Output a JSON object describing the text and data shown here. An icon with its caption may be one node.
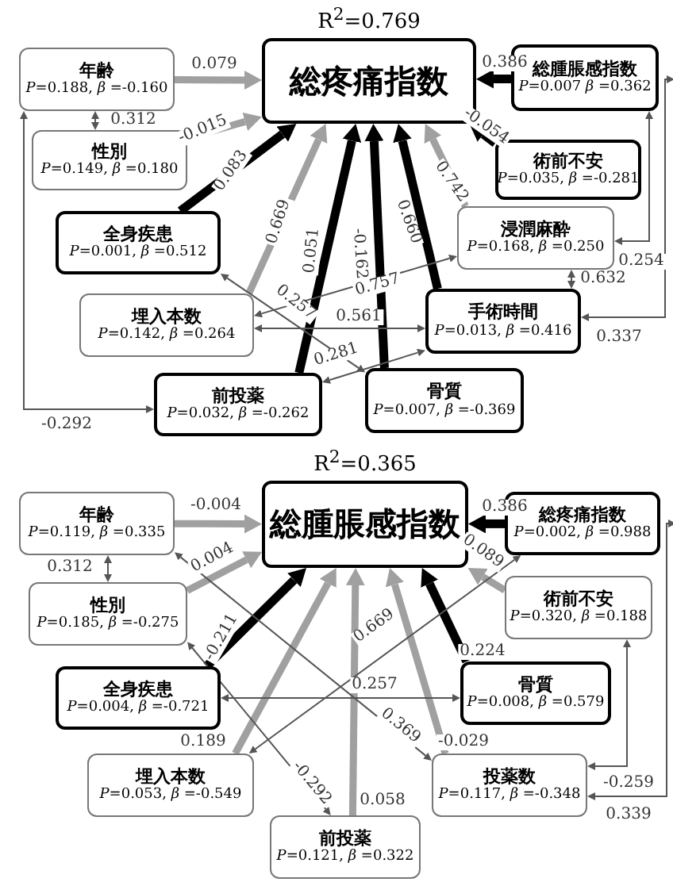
{
  "diagram": {
    "nodes": [
      {
        "text": [
          "総疼痛指数"
        ],
        "beside": [
          "R$^{2}$=0.769"
        ]
      },
      {
        "text": [
          "年齢",
          "*P*=0.188, *β* =-0.160"
        ]
      },
      {
        "text": [
          "性別",
          "*P*=0.149, *β* =0.180"
        ]
      },
      {
        "text": [
          "全身疾患",
          "*P*=0.001, *β* =0.512"
        ]
      },
      {
        "text": [
          "埋入本数",
          "*P*=0.142, *β* =0.264"
        ]
      },
      {
        "text": [
          "前投薬",
          "*P*=0.032, *β* =-0.262"
        ]
      },
      {
        "text": [
          "総腫脹感指数",
          "*P*=0.007 *β* =0.362"
        ]
      },
      {
        "text": [
          "術前不安",
          "*P*=0.035, *β* =-0.281"
        ]
      },
      {
        "text": [
          "浸潤麻酔",
          "*P*=0.168, *β* =0.250"
        ]
      },
      {
        "text": [
          "手術時間",
          "*P*=0.013, *β* =0.416"
        ]
      },
      {
        "text": [
          "骨質",
          "*P*=0.007, *β* =-0.369"
        ]
      },
      {
        "text": [
          "総腫脹感指数"
        ],
        "beside": [
          "R$^{2}$=0.365"
        ]
      },
      {
        "text": [
          "年齢",
          "*P*=0.119, *β* =0.335"
        ]
      },
      {
        "text": [
          "性別",
          "*P*=0.185, *β* =-0.275"
        ]
      },
      {
        "text": [
          "全身疾患",
          "*P*=0.004, *β* =-0.721"
        ]
      },
      {
        "text": [
          "埋入本数",
          "*P*=0.053, *β* =-0.549"
        ]
      },
      {
        "text": [
          "前投薬",
          "*P*=0.121, *β* =0.322"
        ]
      },
      {
        "text": [
          "総疼痛指数",
          "*P*=0.002, *β* =0.988"
        ]
      },
      {
        "text": [
          "術前不安",
          "*P*=0.320, *β* =0.188"
        ]
      },
      {
        "text": [
          "骨質",
          "*P*=0.008, *β* =0.579"
        ]
      },
      {
        "text": [
          "投薬数",
          "*P*=0.117, *β* =-0.348"
        ]
      }
    ],
    "edges": [
      {
        "from": 1,
        "to": 0,
        "arrow": "to",
        "label": "0.079",
        "color": "#a0a0a0"
      },
      {
        "from": 2,
        "to": 0,
        "arrow": "to",
        "label": "-0.015",
        "color": "#a0a0a0"
      },
      {
        "from": 3,
        "to": 0,
        "arrow": "to",
        "label": "0.083",
        "color": "#000000"
      },
      {
        "from": 4,
        "to": 0,
        "arrow": "to",
        "label": "0.669",
        "color": "#a0a0a0"
      },
      {
        "from": 5,
        "to": 0,
        "arrow": "to",
        "label": "0.051",
        "color": "#000000"
      },
      {
        "from": 10,
        "to": 0,
        "arrow": "to",
        "label": "-0.162",
        "color": "#000000"
      },
      {
        "from": 9,
        "to": 0,
        "arrow": "to",
        "label": "0.660",
        "color": "#000000"
      },
      {
        "from": 8,
        "to": 0,
        "arrow": "to",
        "label": "0.742",
        "color": "#a0a0a0"
      },
      {
        "from": 7,
        "to": 0,
        "arrow": "to",
        "label": "-0.054",
        "color": "#000000"
      },
      {
        "from": 6,
        "to": 0,
        "arrow": "to",
        "label": "0.386",
        "color": "#000000"
      },
      {
        "from": 1,
        "to": 2,
        "arrow": "both",
        "label": "0.312"
      },
      {
        "from": 5,
        "to": 1,
        "arrow": "both",
        "label": "-0.292"
      },
      {
        "from": 8,
        "to": 9,
        "arrow": "both",
        "label": "0.632"
      },
      {
        "from": 6,
        "to": 8,
        "arrow": "both",
        "label": "0.254"
      },
      {
        "from": 6,
        "to": 9,
        "arrow": "both",
        "label": "0.337"
      },
      {
        "from": 3,
        "to": 10,
        "arrow": "both",
        "label": "0.257"
      },
      {
        "from": 4,
        "to": 8,
        "arrow": "both",
        "label": "0.757"
      },
      {
        "from": 4,
        "to": 9,
        "arrow": "both",
        "label": "0.561"
      },
      {
        "from": 5,
        "to": 9,
        "arrow": "both",
        "label": "0.281"
      },
      {
        "from": 12,
        "to": 11,
        "arrow": "to",
        "label": "-0.004",
        "color": "#a0a0a0"
      },
      {
        "from": 13,
        "to": 11,
        "arrow": "to",
        "label": "0.004",
        "color": "#a0a0a0"
      },
      {
        "from": 14,
        "to": 11,
        "arrow": "to",
        "label": "-0.211",
        "color": "#000000"
      },
      {
        "from": 15,
        "to": 11,
        "arrow": "to",
        "label": "0.189",
        "color": "#a0a0a0"
      },
      {
        "from": 16,
        "to": 11,
        "arrow": "to",
        "label": "0.058",
        "color": "#a0a0a0"
      },
      {
        "from": 20,
        "to": 11,
        "arrow": "to",
        "label": "-0.029",
        "color": "#a0a0a0"
      },
      {
        "from": 19,
        "to": 11,
        "arrow": "to",
        "label": "0.224",
        "color": "#000000"
      },
      {
        "from": 18,
        "to": 11,
        "arrow": "to",
        "label": "0.089",
        "color": "#a0a0a0"
      },
      {
        "from": 17,
        "to": 11,
        "arrow": "to",
        "label": "0.386",
        "color": "#000000"
      },
      {
        "from": 12,
        "to": 13,
        "arrow": "both",
        "label": "0.312"
      },
      {
        "from": 18,
        "to": 20,
        "arrow": "both",
        "label": "-0.259"
      },
      {
        "from": 17,
        "to": 20,
        "arrow": "both",
        "label": "0.339"
      },
      {
        "from": 15,
        "to": 17,
        "arrow": "both",
        "label": "0.669"
      },
      {
        "from": 14,
        "to": 19,
        "arrow": "both",
        "label": "0.257"
      },
      {
        "from": 12,
        "to": 20,
        "arrow": "both",
        "label": "0.369"
      },
      {
        "from": 13,
        "to": 16,
        "arrow": "both",
        "label": "-0.292"
      }
    ]
  }
}
